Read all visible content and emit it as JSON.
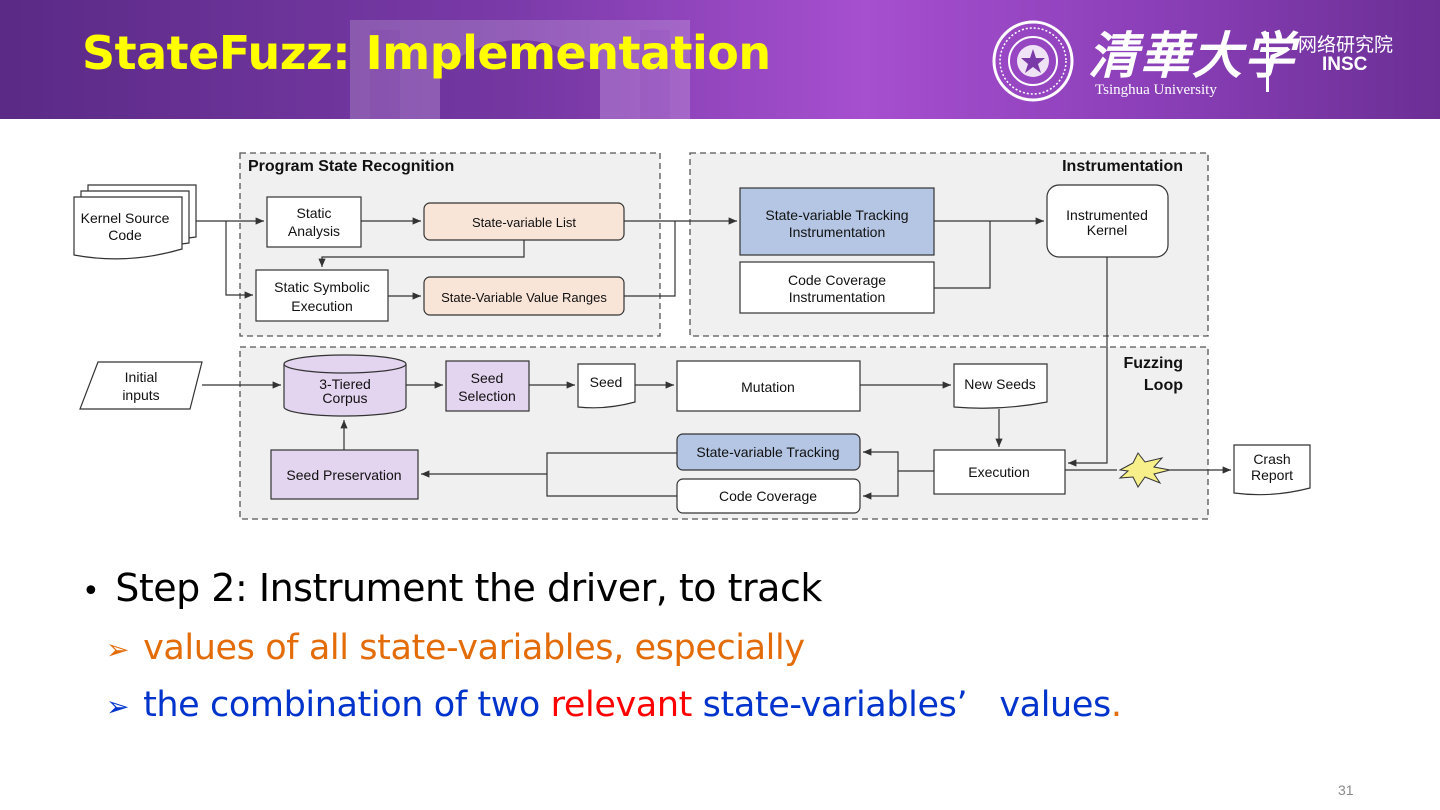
{
  "header": {
    "title": "StateFuzz: Implementation",
    "university_cn": "清華大学",
    "university_en": "Tsinghua University",
    "institute_cn": "网络研究院",
    "institute_en": "INSC"
  },
  "diagram": {
    "kernel_source": [
      "Kernel Source",
      "Code"
    ],
    "program_state_recognition": "Program State Recognition",
    "static_analysis": [
      "Static",
      "Analysis"
    ],
    "state_variable_list": "State-variable List",
    "static_symbolic_execution": [
      "Static Symbolic",
      "Execution"
    ],
    "state_variable_value_ranges": "State-Variable Value Ranges",
    "instrumentation": "Instrumentation",
    "sv_tracking_instrumentation": [
      "State-variable Tracking",
      "Instrumentation"
    ],
    "code_coverage_instrumentation": [
      "Code Coverage",
      "Instrumentation"
    ],
    "instrumented_kernel": [
      "Instrumented",
      "Kernel"
    ],
    "fuzzing_loop": [
      "Fuzzing",
      "Loop"
    ],
    "initial_inputs": [
      "Initial",
      "inputs"
    ],
    "corpus": [
      "3-Tiered",
      "Corpus"
    ],
    "seed_selection": [
      "Seed",
      "Selection"
    ],
    "seed": "Seed",
    "mutation": "Mutation",
    "new_seeds": "New Seeds",
    "sv_tracking": "State-variable Tracking",
    "code_coverage": "Code Coverage",
    "execution": "Execution",
    "seed_preservation": "Seed Preservation",
    "crash_report": [
      "Crash",
      "Report"
    ],
    "colors": {
      "orange_fill": "#f9e5d8",
      "blue_fill": "#b4c6e4",
      "purple_fill": "#e3d4ef",
      "container_fill": "#f0f0f0"
    }
  },
  "bullets": {
    "step": "Step 2: Instrument the driver, to track",
    "sub1": "values of all state-variables, especially",
    "sub2_a": "the combination of two ",
    "sub2_relevant": "relevant",
    "sub2_b": " state-variables’   values",
    "sub2_period": "."
  },
  "page_number": "31"
}
